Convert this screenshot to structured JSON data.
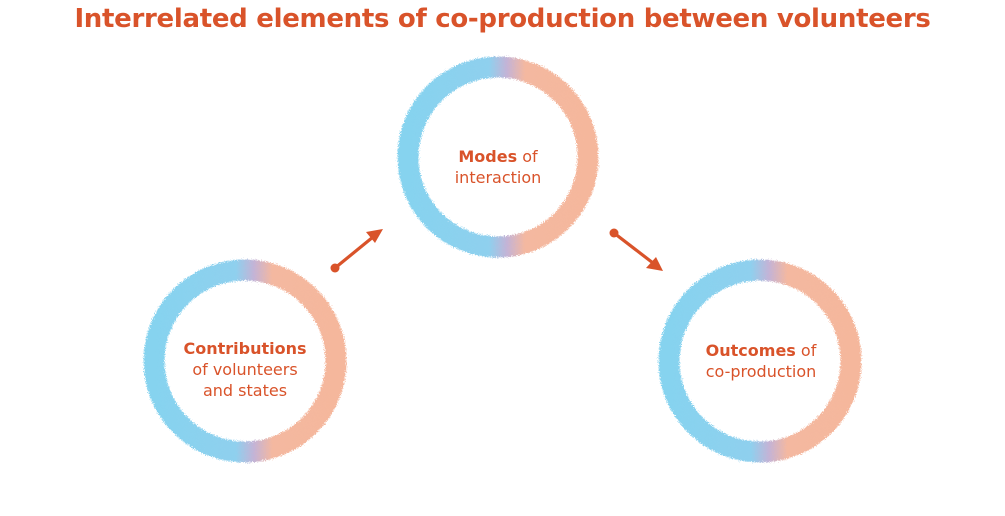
{
  "title": "Interrelated elements of co-production between volunteers",
  "colors": {
    "accent": "#d9532a",
    "ring_blue": "#86d3ef",
    "ring_peach": "#f5b79c",
    "ring_lilac": "#c4b3d6"
  },
  "nodes": [
    {
      "bold": "Modes",
      "rest_inline": " of",
      "rest_lines": [
        "interaction"
      ]
    },
    {
      "bold": "Contributions",
      "rest_inline": "",
      "rest_lines": [
        "of volunteers",
        "and states"
      ]
    },
    {
      "bold": "Outcomes",
      "rest_inline": " of",
      "rest_lines": [
        "co-production"
      ]
    }
  ]
}
